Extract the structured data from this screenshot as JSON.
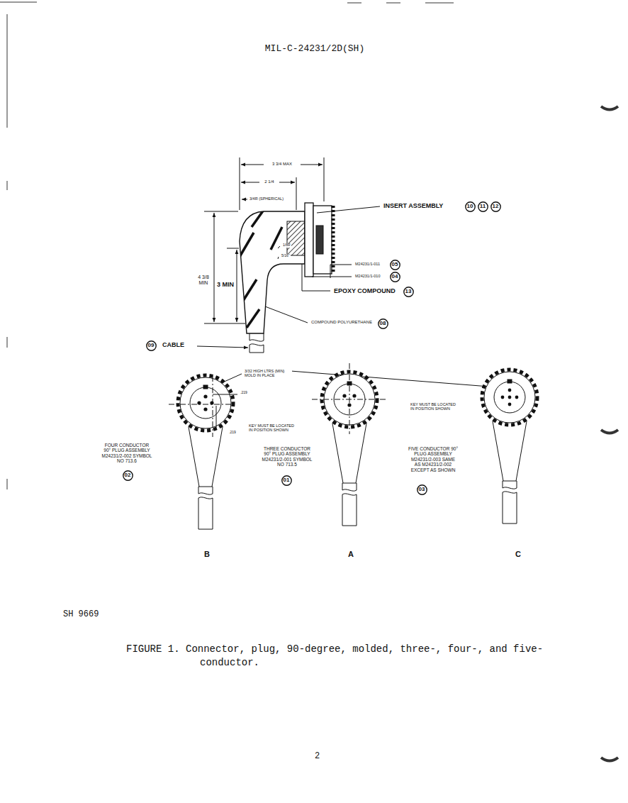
{
  "diagram": {
    "title": "MIL-C-24231/2D(SH)",
    "caption": "FIGURE 1. Connector, plug, 90-degree, molded, three-, four-, and five-conductor.",
    "nodes": [
      {
        "text": [
          "10"
        ]
      },
      {
        "text": [
          "11"
        ]
      },
      {
        "text": [
          "12"
        ]
      },
      {
        "text": [
          "05"
        ]
      },
      {
        "text": [
          "04"
        ]
      },
      {
        "text": [
          "13"
        ]
      },
      {
        "text": [
          "08"
        ]
      },
      {
        "text": [
          "09"
        ]
      },
      {
        "text": [
          "02"
        ]
      },
      {
        "text": [
          "01"
        ]
      },
      {
        "text": [
          "03"
        ]
      }
    ],
    "labels": [
      "3 3/4 MAX",
      "2 1/4",
      "3/4R (SPHERICAL)",
      "INSERT ASSEMBLY",
      "M24231/1-011",
      "M24231/1-010",
      "1/8R",
      "5/16\"",
      "EPOXY COMPOUND",
      "4 3/8 MIN",
      "3 MIN",
      "COMPOUND POLYURETHANE",
      "CABLE",
      "3/32 HIGH LTRS (MIN) MOLD IN PLACE",
      ".219",
      ".219",
      "KEY MUST BE LOCATED IN POSITION SHOWN",
      "KEY MUST BE LOCATED IN POSITION SHOWN",
      "FOUR CONDUCTOR 90° PLUG ASSEMBLY M24231/2-002 SYMBOL NO 713.6",
      "THREE CONDUCTOR 90° PLUG ASSEMBLY M24231/2-001 SYMBOL NO 713.5",
      "FIVE CONDUCTOR 90° PLUG ASSEMBLY M24231/2-003 SAME AS M24231/2-002 EXCEPT AS SHOWN",
      "B",
      "A",
      "C",
      "SH 9669",
      "2"
    ]
  }
}
